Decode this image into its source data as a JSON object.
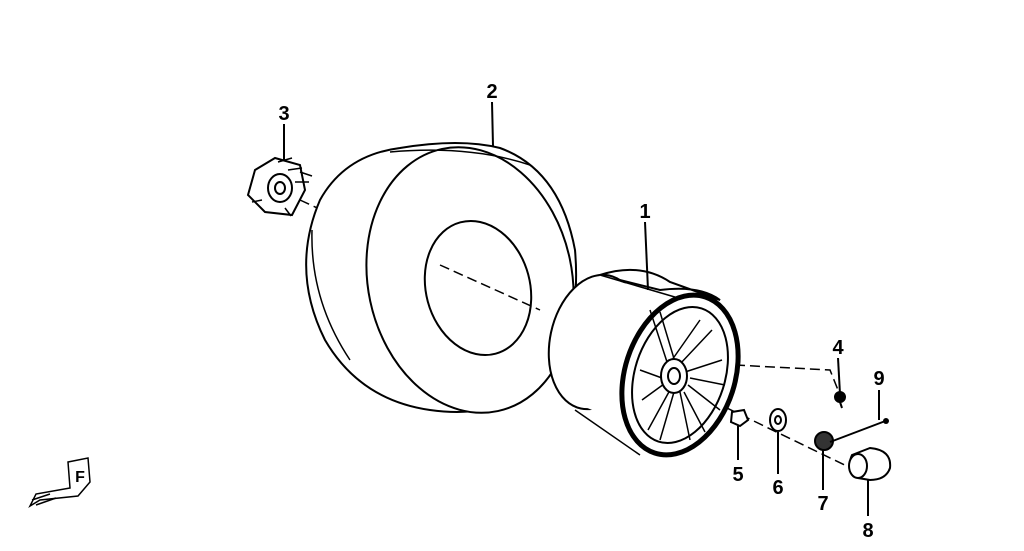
{
  "diagram": {
    "callouts": [
      {
        "id": "1",
        "part": "wheel-rim"
      },
      {
        "id": "2",
        "part": "tire"
      },
      {
        "id": "3",
        "part": "wheel-hub"
      },
      {
        "id": "4",
        "part": "valve"
      },
      {
        "id": "5",
        "part": "nut"
      },
      {
        "id": "6",
        "part": "washer"
      },
      {
        "id": "7",
        "part": "castle-nut"
      },
      {
        "id": "8",
        "part": "cap"
      },
      {
        "id": "9",
        "part": "cotter-pin"
      }
    ],
    "front_marker": "F"
  }
}
